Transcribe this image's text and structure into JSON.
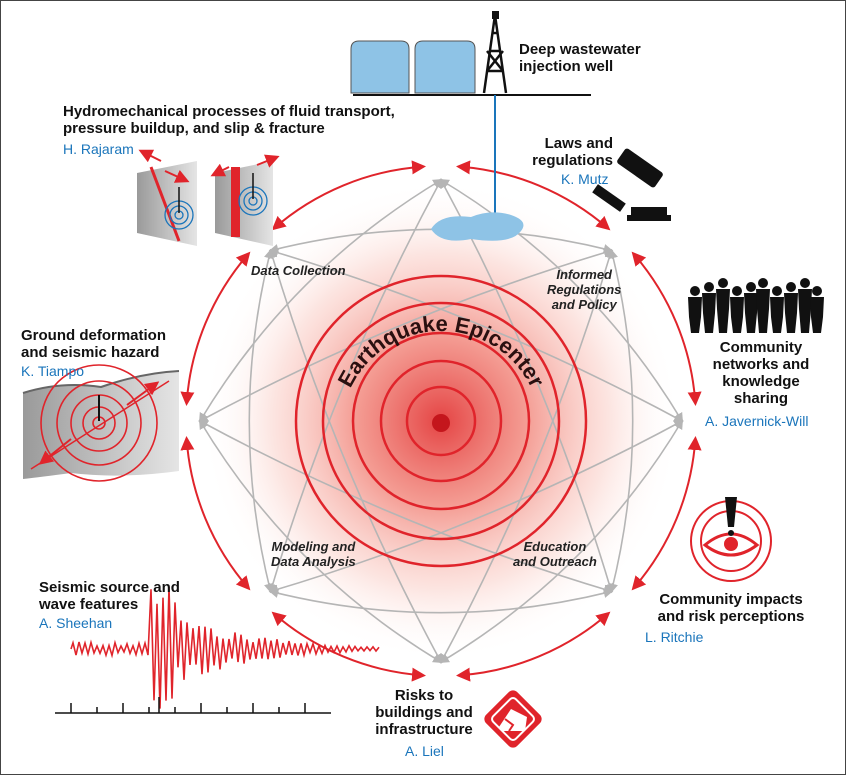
{
  "center": {
    "label": "Earthquake Epicenter"
  },
  "nodes": {
    "well": {
      "title_lines": [
        "Deep wastewater",
        "injection well"
      ]
    },
    "hydro": {
      "title_lines": [
        "Hydromechanical processes of fluid transport,",
        "pressure buildup, and slip & fracture"
      ],
      "author": "H. Rajaram"
    },
    "laws": {
      "title_lines": [
        "Laws and",
        "regulations"
      ],
      "author": "K.  Mutz"
    },
    "ground": {
      "title_lines": [
        "Ground deformation",
        "and seismic hazard"
      ],
      "author": "K. Tiampo"
    },
    "community": {
      "title_lines": [
        "Community",
        "networks and",
        "knowledge",
        "sharing"
      ],
      "author": "A. Javernick-Will"
    },
    "seismic": {
      "title_lines": [
        "Seismic source and",
        "wave features"
      ],
      "author": "A. Sheehan"
    },
    "impacts": {
      "title_lines": [
        "Community impacts",
        "and risk perceptions"
      ],
      "author": "L. Ritchie"
    },
    "risks": {
      "title_lines": [
        "Risks to",
        "buildings and",
        "infrastructure"
      ],
      "author": "A. Liel"
    }
  },
  "activities": {
    "data_collection": [
      "Data Collection"
    ],
    "regulations": [
      "Informed",
      "Regulations",
      "and Policy"
    ],
    "modeling": [
      "Modeling and",
      "Data Analysis"
    ],
    "education": [
      "Education",
      "and Outreach"
    ]
  },
  "colors": {
    "accent_red": "#e0242b",
    "author_blue": "#1a75bb",
    "water_blue": "#8ec3e6",
    "arrow_gray": "#b5b5b5"
  }
}
